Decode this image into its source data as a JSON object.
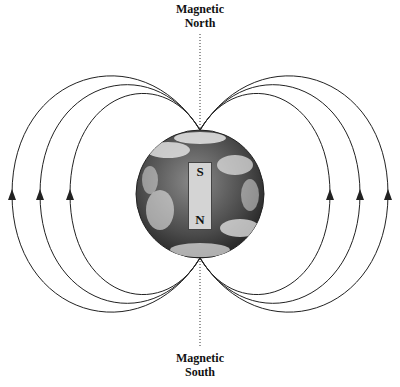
{
  "diagram": {
    "nodes": [
      {
        "text": [
          "S",
          "N"
        ]
      }
    ],
    "labels": [
      "Magnetic North",
      "Magnetic South"
    ]
  }
}
